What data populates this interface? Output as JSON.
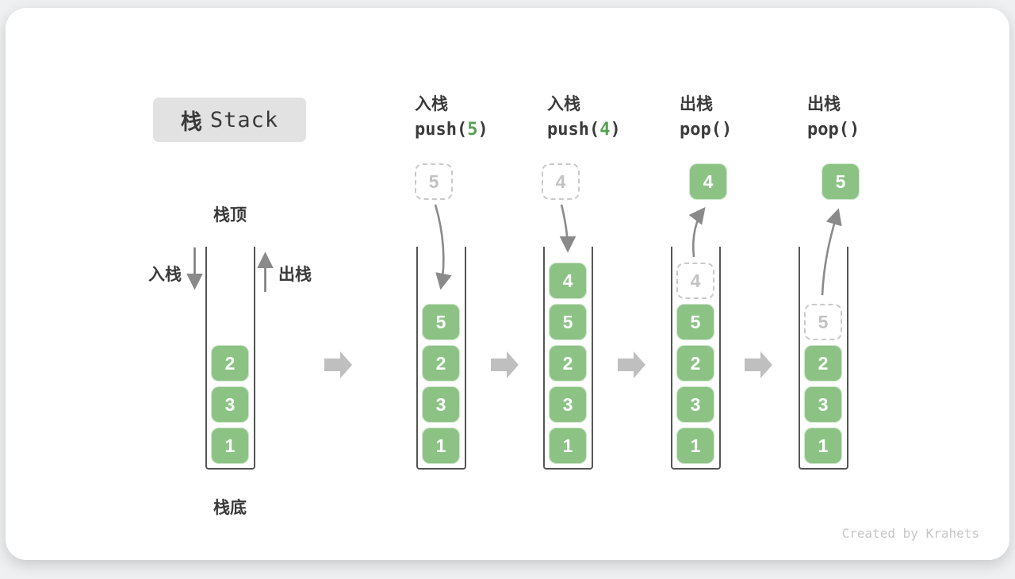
{
  "title": {
    "cjk": "栈",
    "latin": "Stack"
  },
  "annotations": {
    "stack_top": "栈顶",
    "stack_bottom": "栈底",
    "push_side": "入栈",
    "pop_side": "出栈"
  },
  "colors": {
    "element_green": "#8cc385",
    "code_arg_green": "#55a153",
    "text_dark": "#3a3a3a",
    "dashed_border_gray": "#c9c9c9",
    "curve_arrow_gray": "#8a8a8a",
    "block_arrow_gray": "#bfbfbf",
    "badge_bg": "#e2e2e2"
  },
  "watermark": "Created by Krahets",
  "columns": [
    {
      "name": "initial",
      "cells": [
        {
          "value": "2",
          "style": "solid"
        },
        {
          "value": "3",
          "style": "solid"
        },
        {
          "value": "1",
          "style": "solid"
        }
      ]
    },
    {
      "name": "push-5",
      "op_label": "入栈",
      "code": {
        "pre": "push(",
        "arg": "5",
        "post": ")"
      },
      "floating": {
        "value": "5",
        "style": "dashed"
      },
      "cells": [
        {
          "value": "5",
          "style": "solid"
        },
        {
          "value": "2",
          "style": "solid"
        },
        {
          "value": "3",
          "style": "solid"
        },
        {
          "value": "1",
          "style": "solid"
        }
      ]
    },
    {
      "name": "push-4",
      "op_label": "入栈",
      "code": {
        "pre": "push(",
        "arg": "4",
        "post": ")"
      },
      "floating": {
        "value": "4",
        "style": "dashed"
      },
      "cells": [
        {
          "value": "4",
          "style": "solid"
        },
        {
          "value": "5",
          "style": "solid"
        },
        {
          "value": "2",
          "style": "solid"
        },
        {
          "value": "3",
          "style": "solid"
        },
        {
          "value": "1",
          "style": "solid"
        }
      ]
    },
    {
      "name": "pop-4",
      "op_label": "出栈",
      "code": {
        "pre": "pop(",
        "arg": "",
        "post": ")"
      },
      "floating": {
        "value": "4",
        "style": "solid"
      },
      "cells": [
        {
          "value": "4",
          "style": "dashed"
        },
        {
          "value": "5",
          "style": "solid"
        },
        {
          "value": "2",
          "style": "solid"
        },
        {
          "value": "3",
          "style": "solid"
        },
        {
          "value": "1",
          "style": "solid"
        }
      ]
    },
    {
      "name": "pop-5",
      "op_label": "出栈",
      "code": {
        "pre": "pop(",
        "arg": "",
        "post": ")"
      },
      "floating": {
        "value": "5",
        "style": "solid"
      },
      "cells": [
        {
          "value": "5",
          "style": "dashed"
        },
        {
          "value": "2",
          "style": "solid"
        },
        {
          "value": "3",
          "style": "solid"
        },
        {
          "value": "1",
          "style": "solid"
        }
      ]
    }
  ]
}
